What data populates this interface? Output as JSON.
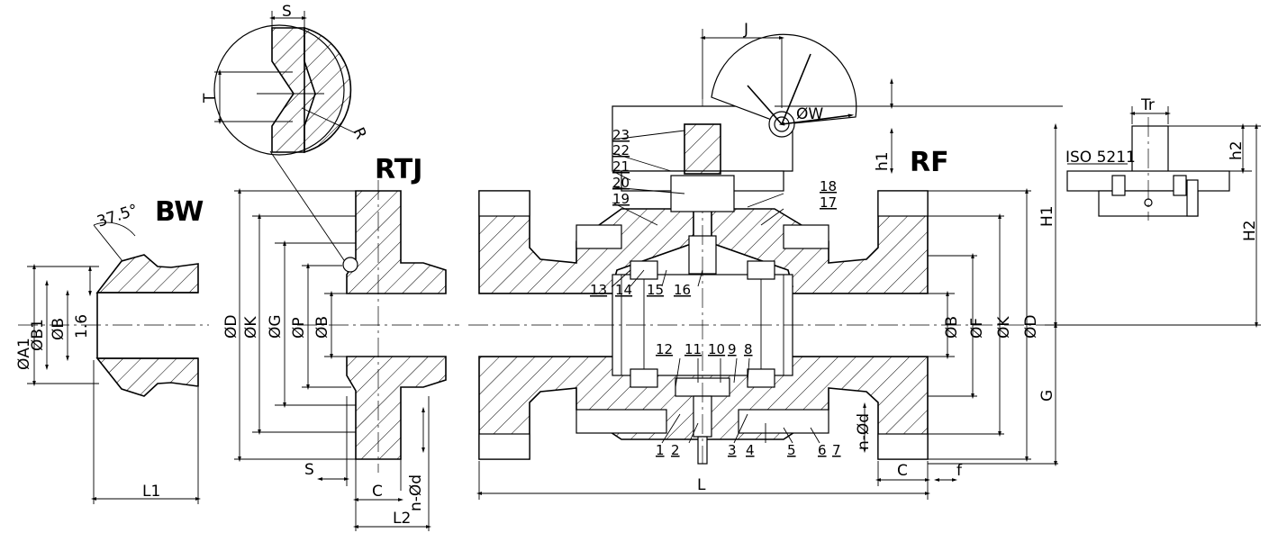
{
  "views": {
    "bw": "BW",
    "rtj": "RTJ",
    "rf": "RF"
  },
  "dims": {
    "s_top": "S",
    "t": "T",
    "r": "R",
    "angle": "37.5°",
    "a1": "ØA1",
    "b1": "ØB1",
    "b_bw": "ØB",
    "v16": "1.6",
    "l1": "L1",
    "d_rtj": "ØD",
    "k_rtj": "ØK",
    "g_rtj": "ØG",
    "p": "ØP",
    "b_rtj": "ØB",
    "s_bottom": "S",
    "c_rtj": "C",
    "nd_rtj": "n-Ød",
    "l2": "L2",
    "j": "J",
    "w": "ØW",
    "h1_small": "h1",
    "b_rf": "ØB",
    "f_rf": "ØF",
    "k_rf": "ØK",
    "d_rf": "ØD",
    "nd_rf": "n-Ød",
    "c_rf": "C",
    "f_small": "f",
    "l": "L",
    "h1": "H1",
    "h2": "H2",
    "g": "G",
    "tr": "Tr",
    "iso": "ISO 5211",
    "h2_small": "h2"
  },
  "parts": [
    "1",
    "2",
    "3",
    "4",
    "5",
    "6",
    "7",
    "8",
    "9",
    "10",
    "11",
    "12",
    "13",
    "14",
    "15",
    "16",
    "17",
    "18",
    "19",
    "20",
    "21",
    "22",
    "23"
  ]
}
